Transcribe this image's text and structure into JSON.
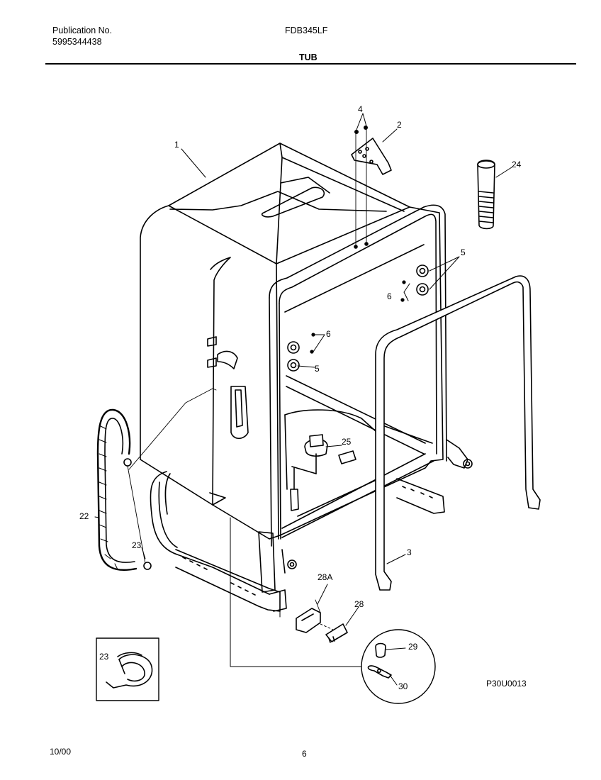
{
  "header": {
    "publication_label": "Publication No.",
    "publication_number": "5995344438",
    "model": "FDB345LF",
    "section_title": "TUB"
  },
  "callouts": {
    "c1": "1",
    "c2": "2",
    "c3": "3",
    "c4": "4",
    "c5a": "5",
    "c5b": "5",
    "c6a": "6",
    "c6b": "6",
    "c22": "22",
    "c23": "23",
    "c23_inset": "23",
    "c24": "24",
    "c25": "25",
    "c28": "28",
    "c28a": "28A",
    "c29": "29",
    "c30": "30"
  },
  "diagram_code": "P30U0013",
  "footer": {
    "date": "10/00",
    "page_number": "6"
  }
}
